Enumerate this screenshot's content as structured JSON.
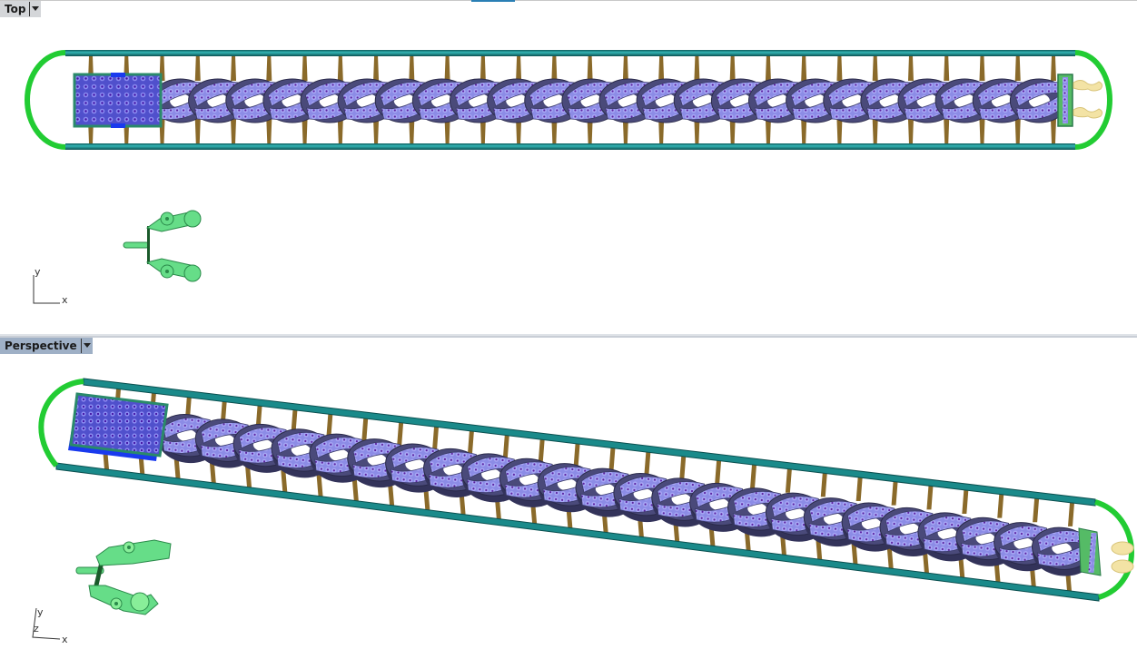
{
  "viewports": [
    {
      "id": "top",
      "label": "Top",
      "active": false,
      "axes": {
        "x": "x",
        "y": "y"
      }
    },
    {
      "id": "perspective",
      "label": "Perspective",
      "active": true,
      "axes": {
        "x": "x",
        "y": "y",
        "z": "z"
      }
    }
  ],
  "model": {
    "description": "Cuban link bracelet with pave stones inside a casting tree frame",
    "link_count": 24,
    "sprue_count_per_side": 28,
    "colors": {
      "frame_rail": "#1a8a8a",
      "frame_end_arc": "#22cc33",
      "sprue": "#8a6a2a",
      "link_body": "#4a4a7a",
      "stone": "#9a9aee",
      "stone_center": "#6a2aaa",
      "clasp_box_border": "#2a8a6a",
      "clasp_box_fill": "#5a5ad8",
      "clasp_tab": "#1a3aee",
      "clasp_end_plate": "#55bb66",
      "clasp_tongue": "#f0e0a0",
      "tree_part": "#66dd88"
    }
  },
  "ui": {
    "dropdown_icon": "chevron-down-icon",
    "active_tab_color": "#9fb0c6",
    "inactive_tab_color": "#d4d6d9"
  }
}
